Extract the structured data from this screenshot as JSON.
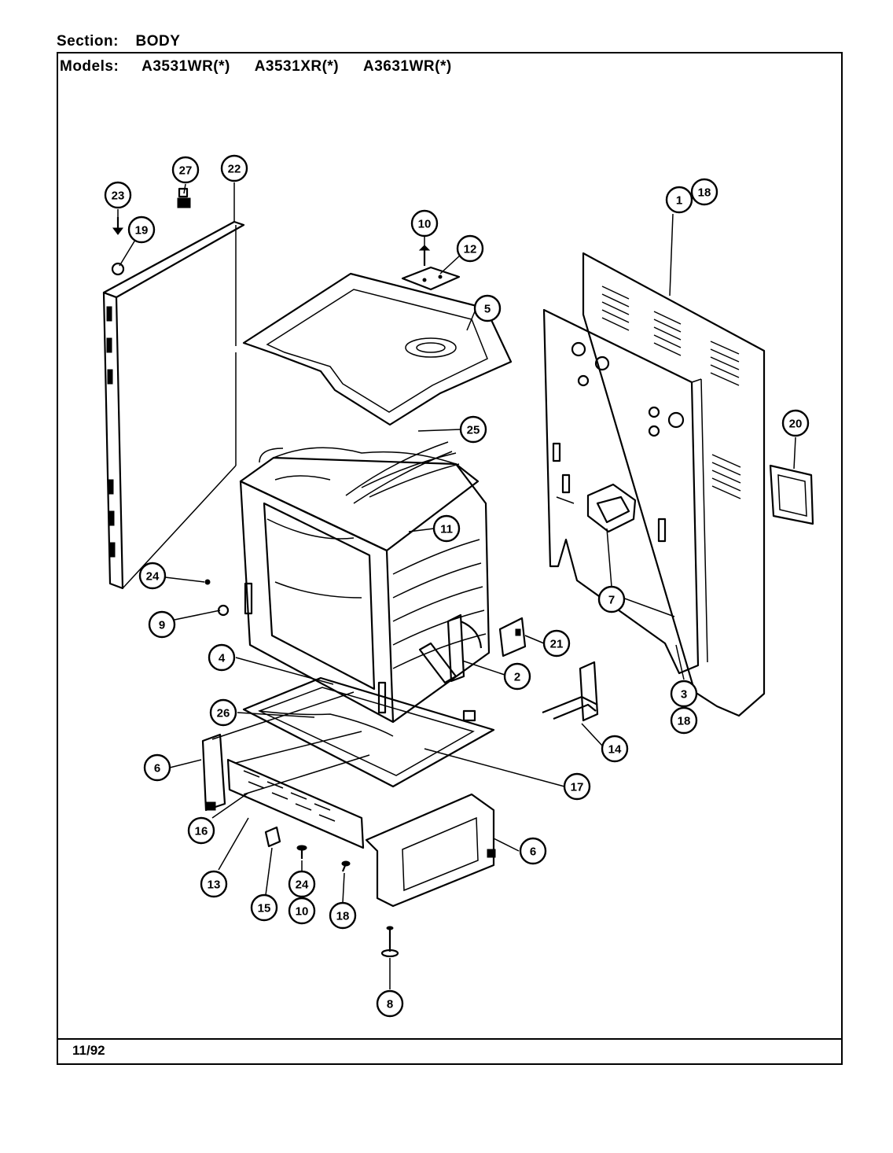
{
  "header": {
    "section_label": "Section:",
    "section_value": "BODY",
    "models_label": "Models:",
    "models": [
      "A3531WR(*)",
      "A3531XR(*)",
      "A3631WR(*)"
    ]
  },
  "footer": {
    "date": "11/92"
  },
  "callouts": [
    {
      "id": "c1",
      "label": "1"
    },
    {
      "id": "c18a",
      "label": "18"
    },
    {
      "id": "c22",
      "label": "22"
    },
    {
      "id": "c27",
      "label": "27"
    },
    {
      "id": "c23",
      "label": "23"
    },
    {
      "id": "c19",
      "label": "19"
    },
    {
      "id": "c10a",
      "label": "10"
    },
    {
      "id": "c12",
      "label": "12"
    },
    {
      "id": "c5",
      "label": "5"
    },
    {
      "id": "c25",
      "label": "25"
    },
    {
      "id": "c11",
      "label": "11"
    },
    {
      "id": "c20",
      "label": "20"
    },
    {
      "id": "c7",
      "label": "7"
    },
    {
      "id": "c24a",
      "label": "24"
    },
    {
      "id": "c9",
      "label": "9"
    },
    {
      "id": "c21",
      "label": "21"
    },
    {
      "id": "c4",
      "label": "4"
    },
    {
      "id": "c2",
      "label": "2"
    },
    {
      "id": "c3",
      "label": "3"
    },
    {
      "id": "c18b",
      "label": "18"
    },
    {
      "id": "c26",
      "label": "26"
    },
    {
      "id": "c14",
      "label": "14"
    },
    {
      "id": "c6a",
      "label": "6"
    },
    {
      "id": "c17",
      "label": "17"
    },
    {
      "id": "c16",
      "label": "16"
    },
    {
      "id": "c6b",
      "label": "6"
    },
    {
      "id": "c13",
      "label": "13"
    },
    {
      "id": "c24b",
      "label": "24"
    },
    {
      "id": "c10b",
      "label": "10"
    },
    {
      "id": "c15",
      "label": "15"
    },
    {
      "id": "c18c",
      "label": "18"
    },
    {
      "id": "c8",
      "label": "8"
    }
  ]
}
